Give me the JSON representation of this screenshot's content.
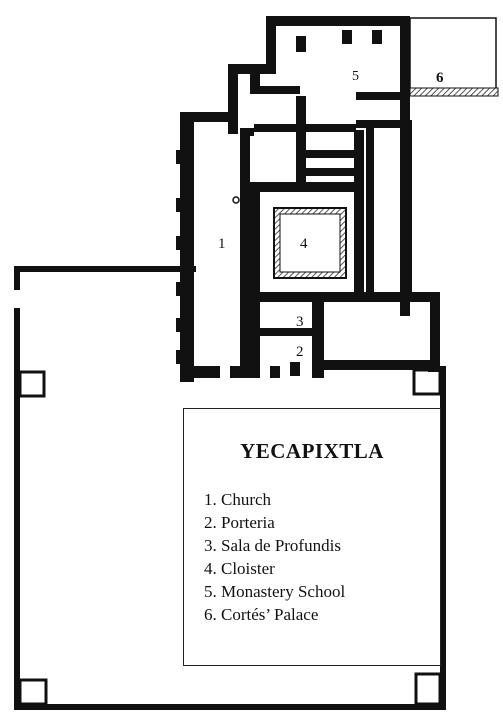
{
  "title": "YECAPIXTLA",
  "rooms": [
    {
      "number": "1",
      "name": "Church"
    },
    {
      "number": "2",
      "name": "Porteria"
    },
    {
      "number": "3",
      "name": "Sala de Profundis"
    },
    {
      "number": "4",
      "name": "Cloister"
    },
    {
      "number": "5",
      "name": "Monastery School"
    },
    {
      "number": "6",
      "name": "Cortés’ Palace"
    }
  ],
  "colors": {
    "ink": "#111111",
    "hatch": "#555555",
    "paper": "#ffffff"
  }
}
